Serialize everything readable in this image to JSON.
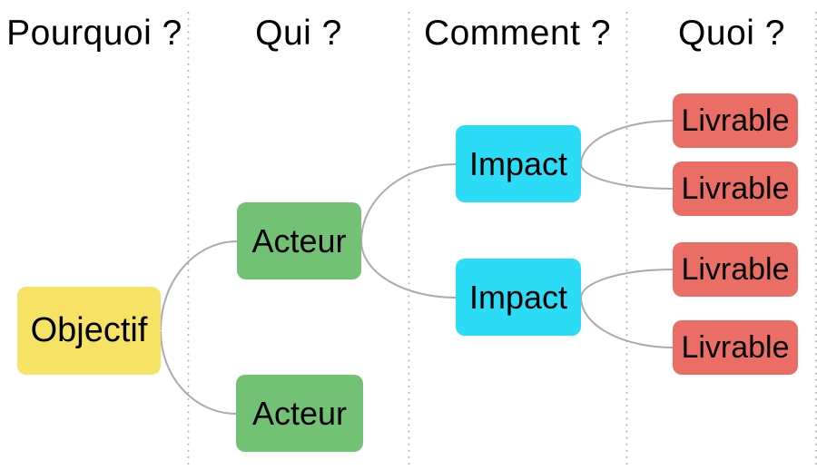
{
  "diagram": {
    "columns": [
      {
        "label": "Pourquoi ?"
      },
      {
        "label": "Qui ?"
      },
      {
        "label": "Comment ?"
      },
      {
        "label": "Quoi ?"
      }
    ],
    "nodes": {
      "objectif": {
        "label": "Objectif",
        "color": "#F6E366"
      },
      "acteur1": {
        "label": "Acteur",
        "color": "#72C175"
      },
      "acteur2": {
        "label": "Acteur",
        "color": "#72C175"
      },
      "impact1": {
        "label": "Impact",
        "color": "#2CDCF6"
      },
      "impact2": {
        "label": "Impact",
        "color": "#2CDCF6"
      },
      "livrable1": {
        "label": "Livrable",
        "color": "#EB6E66"
      },
      "livrable2": {
        "label": "Livrable",
        "color": "#EB6E66"
      },
      "livrable3": {
        "label": "Livrable",
        "color": "#EB6E66"
      },
      "livrable4": {
        "label": "Livrable",
        "color": "#EB6E66"
      }
    },
    "colors": {
      "connector": "#ABABAB",
      "separator": "#B3B3B3",
      "node_text": "#000000",
      "header_text": "#000000",
      "background": "#FFFFFF"
    }
  }
}
